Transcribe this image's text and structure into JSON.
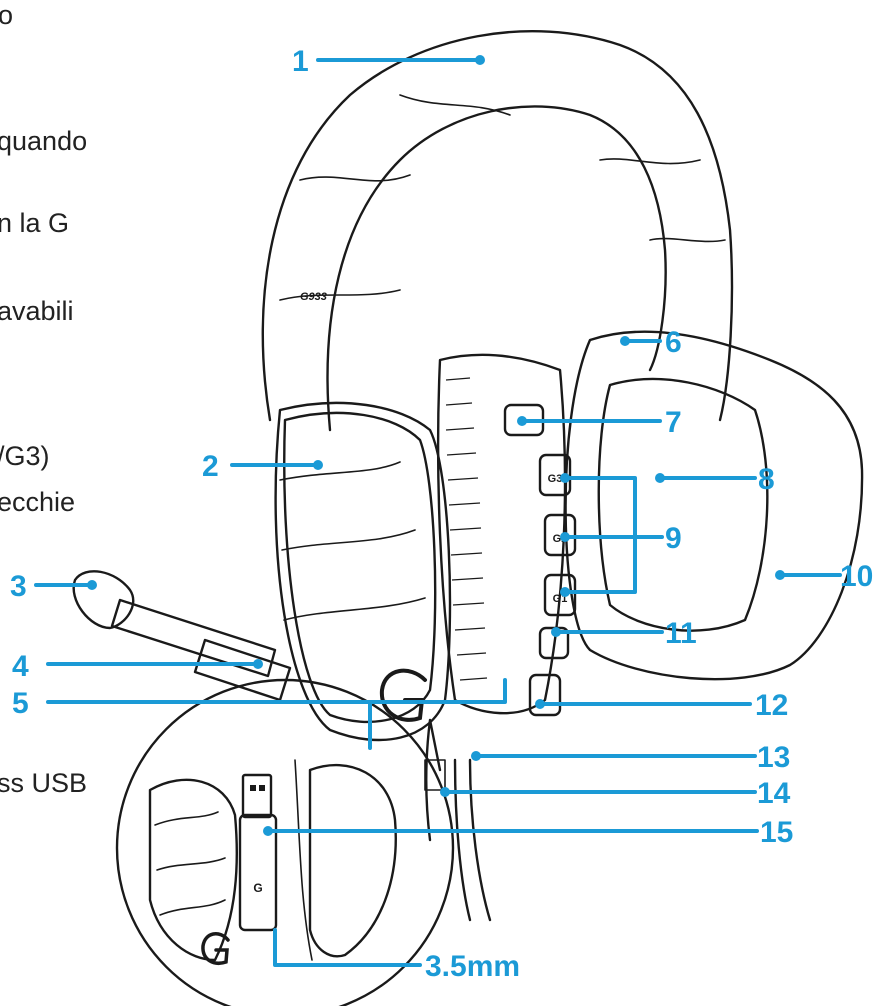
{
  "accent_color": "#1b9ad6",
  "side_text_lines": [
    "o",
    "quando",
    "n la G",
    "avabili",
    "/G3)",
    "ecchie",
    "ss USB"
  ],
  "callouts": [
    "1",
    "2",
    "3",
    "4",
    "5",
    "6",
    "7",
    "8",
    "9",
    "10",
    "11",
    "12",
    "13",
    "14",
    "15",
    "3.5mm"
  ],
  "product_markings": {
    "model": "G933",
    "buttons": [
      "G3",
      "G2",
      "G1"
    ],
    "logo": "G"
  }
}
